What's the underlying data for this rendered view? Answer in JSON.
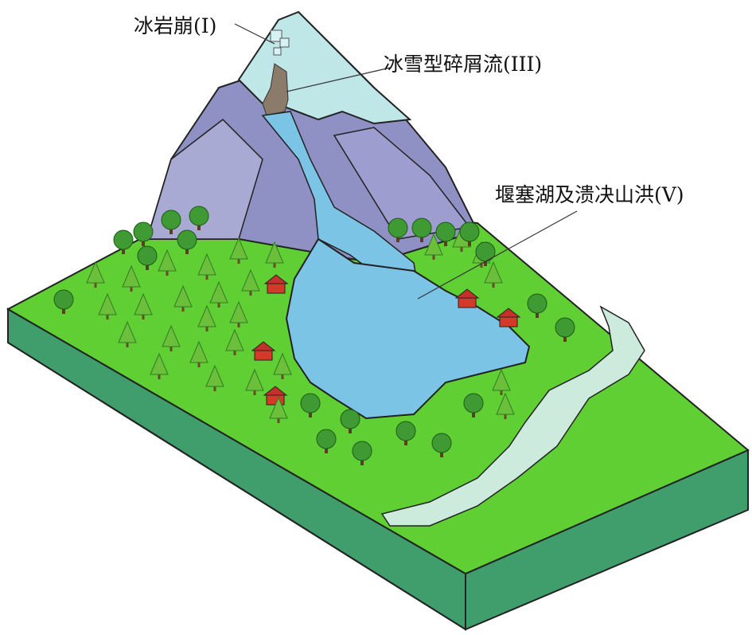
{
  "labels": {
    "ice_rock_avalanche": "冰岩崩(I)",
    "ice_snow_debris_flow": "冰雪型碎屑流(III)",
    "dammed_lake_outburst_flood": "堰塞湖及溃决山洪(V)"
  },
  "colors": {
    "grass": "#5fcf33",
    "soil_green": "#3f9e6b",
    "soil_red": "#c0503e",
    "mountain": "#8f90c4",
    "mountain_light": "#a9aad4",
    "snow": "#bfe7e8",
    "lake": "#7cc4e6",
    "river": "#cdebdc",
    "tree_dark": "#2f7d24",
    "tree_light": "#6cbf3a",
    "house": "#d43a2a"
  }
}
